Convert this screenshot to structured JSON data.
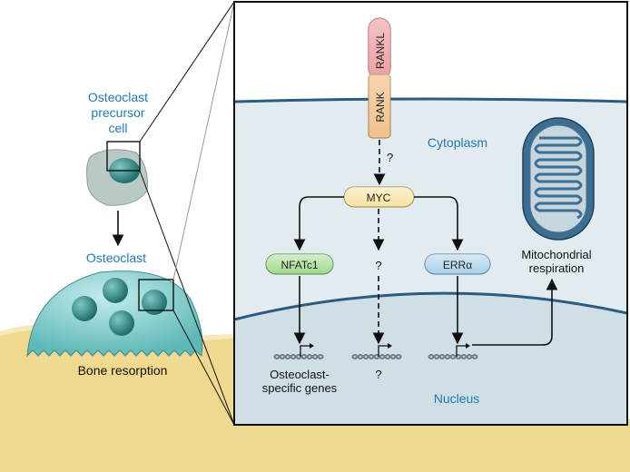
{
  "left": {
    "precursor_lines": [
      "Osteoclast",
      "precursor",
      "cell"
    ],
    "osteoclast": "Osteoclast",
    "bone_resorption": "Bone resorption"
  },
  "panel": {
    "rankl": "RANKL",
    "rank": "RANK",
    "cytoplasm": "Cytoplasm",
    "nucleus": "Nucleus",
    "q_rank_myc": "?",
    "myc": "MYC",
    "nfatc1": "NFATc1",
    "q_middle": "?",
    "erra": "ERRα",
    "mito_lines": [
      "Mitochondrial",
      "respiration"
    ],
    "genes_lines": [
      "Osteoclast-",
      "specific genes"
    ],
    "q_gene": "?"
  },
  "colors": {
    "label_blue": "#1f79b8",
    "extracellular": "#ffffff",
    "cytoplasm": "#e2ecf0",
    "nucleus": "#d0dfe6",
    "membrane": "#2b5b80",
    "bone": "#efd990",
    "myc_fill": "#f5e39c",
    "nfatc1_fill": "#9fd98b",
    "erra_fill": "#a9cfea",
    "rankl_fill": "#e87a80",
    "rank_fill": "#f0c38c",
    "cell_fill": "#b8c9c6",
    "osteoclast_fill": "#7fcfcf",
    "nucleus_ball": "#2f8a86"
  }
}
